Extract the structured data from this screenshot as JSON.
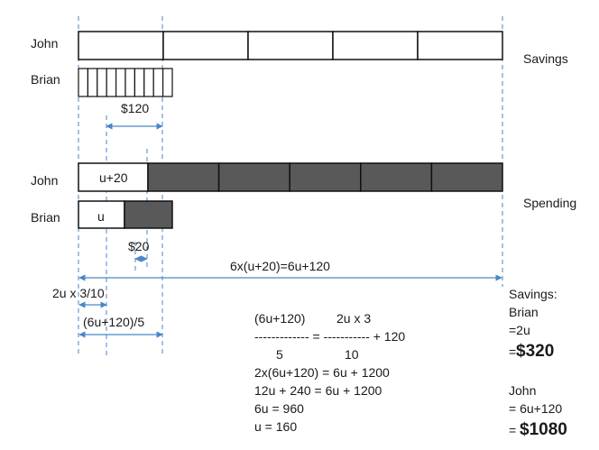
{
  "labels": {
    "john": "John",
    "brian": "Brian",
    "savings": "Savings",
    "spending": "Spending"
  },
  "savings_bars": {
    "john_units": 5,
    "brian_parts": 10,
    "brian_amount": "$120"
  },
  "spending_bars": {
    "john_first_unit": "u+20",
    "john_units": 6,
    "brian_first_part": "u",
    "difference": "$20"
  },
  "measures": {
    "total_spending": "6x(u+20)=6u+120",
    "brian_spent_fraction": "2u x 3/10",
    "one_saving_unit": "(6u+120)/5"
  },
  "working": {
    "numerator_left": "(6u+120)",
    "numerator_right": "2u x 3",
    "fraction_line": "------------- = ----------- + 120",
    "denominator_left": "5",
    "denominator_right": "10",
    "steps": [
      "2x(6u+120) = 6u + 1200",
      "12u + 240 = 6u + 1200",
      "6u = 960",
      "u = 160"
    ]
  },
  "answers": {
    "heading": "Savings:",
    "brian_name": "Brian",
    "brian_expr": "=2u",
    "brian_eq": "=",
    "brian_value": "$320",
    "john_name": "John",
    "john_expr": "= 6u+120",
    "john_eq": "=",
    "john_value": "$1080"
  },
  "colors": {
    "outline": "#111111",
    "spent_fill": "#595959",
    "guide": "#4a86c8"
  }
}
